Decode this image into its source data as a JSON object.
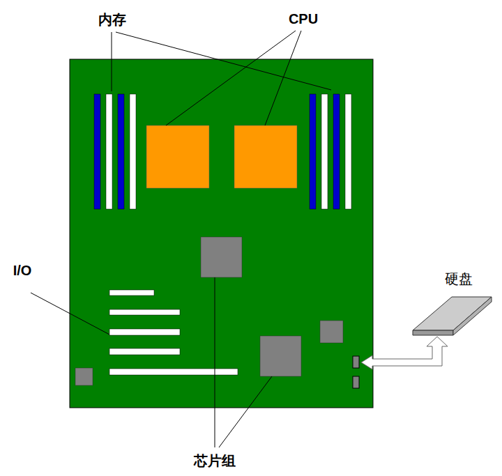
{
  "diagram": {
    "labels": [
      "内存",
      "CPU",
      "I/O",
      "硬盘",
      "芯片组"
    ]
  }
}
